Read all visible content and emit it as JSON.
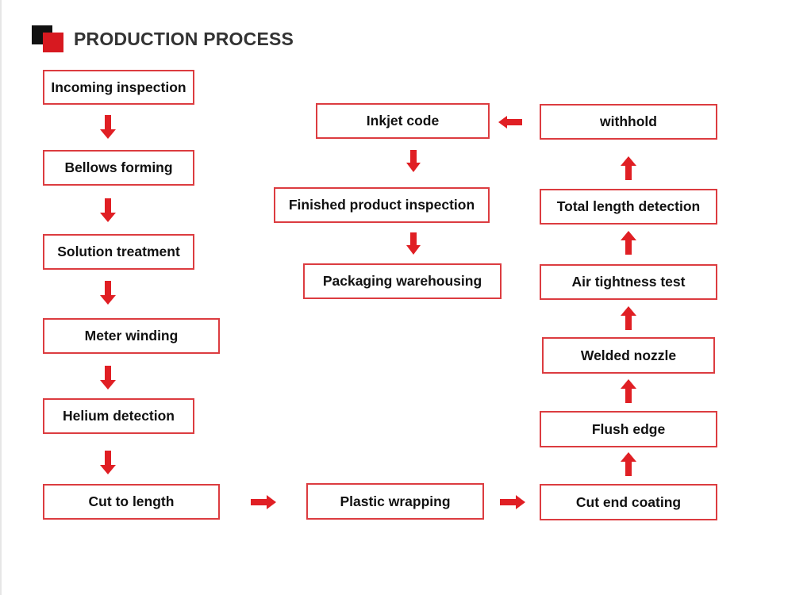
{
  "header": {
    "title": "PRODUCTION PROCESS",
    "brand_colors": {
      "black": "#111111",
      "red": "#d71920"
    }
  },
  "steps": [
    "Incoming inspection",
    "Bellows forming",
    "Solution treatment",
    "Meter winding",
    "Helium detection",
    "Cut to length",
    "Plastic wrapping",
    "Cut end coating",
    "Flush edge",
    "Welded nozzle",
    "Air tightness test",
    "Total length detection",
    "withhold",
    "Inkjet code",
    "Finished product inspection",
    "Packaging warehousing"
  ],
  "colors": {
    "box_border": "#dc3c40",
    "arrow": "#e01f24",
    "text": "#111111"
  }
}
